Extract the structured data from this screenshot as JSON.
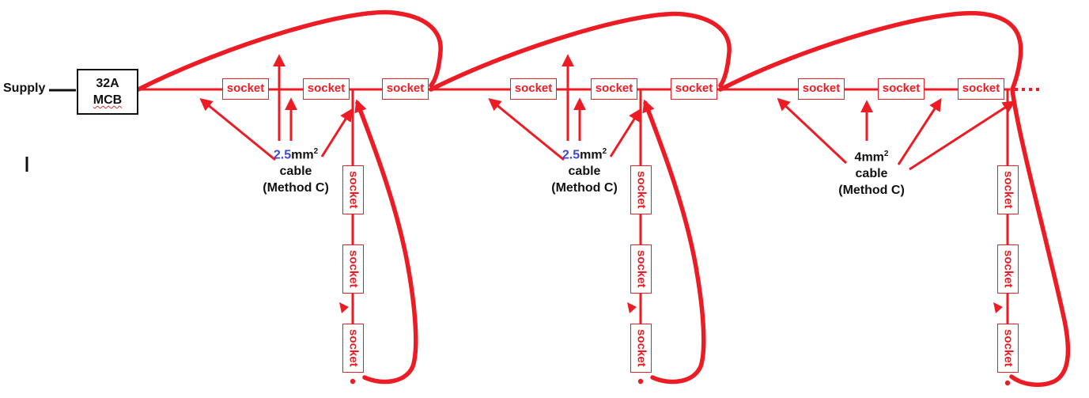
{
  "diagram": {
    "supply_label": "Supply",
    "mcb": {
      "line1": "32A",
      "line2": "MCB"
    },
    "socket_label": "socket",
    "cable_labels": [
      {
        "size": "2.5",
        "size_style": "color:#3f48cc",
        "unit": "mm",
        "exp": "2",
        "line2": "cable",
        "line3": "(Method C)"
      },
      {
        "size": "2.5",
        "size_style": "color:#3f48cc",
        "unit": "mm",
        "exp": "2",
        "line2": "cable",
        "line3": "(Method C)"
      },
      {
        "size": "4",
        "size_style": "color:#111111",
        "unit": "mm",
        "exp": "2",
        "line2": "cable",
        "line3": "(Method C)"
      }
    ],
    "colors": {
      "wire_red": "#ed1c24",
      "label_blue": "#3f48cc",
      "ink_black": "#111111"
    }
  }
}
